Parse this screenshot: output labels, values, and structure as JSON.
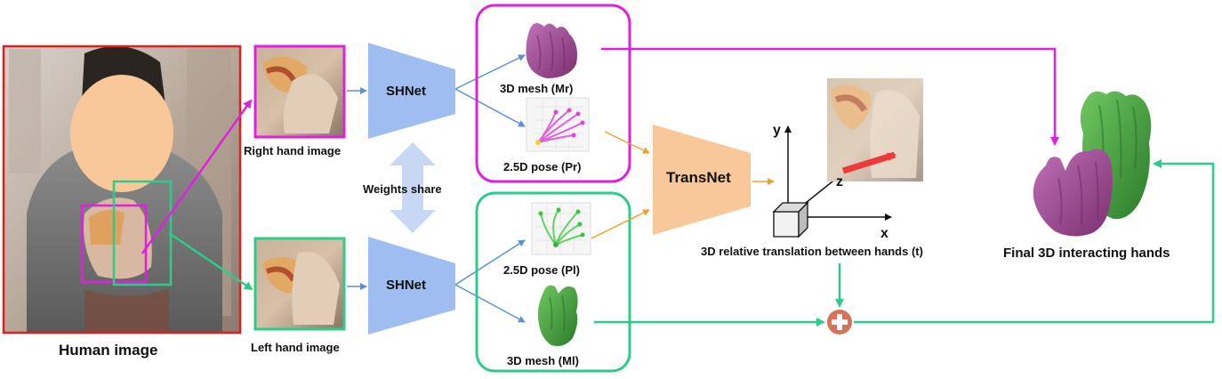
{
  "labels": {
    "human_image": "Human image",
    "right_hand_image": "Right hand image",
    "left_hand_image": "Left hand image",
    "weights_share": "Weights share",
    "shnet_top": "SHNet",
    "shnet_bottom": "SHNet",
    "transnet": "TransNet",
    "mesh_right": "3D mesh (Mr)",
    "pose_right": "2.5D pose (Pr)",
    "pose_left": "2.5D pose (Pl)",
    "mesh_left": "3D mesh (Ml)",
    "translation": "3D relative translation between hands (t)",
    "final": "Final 3D interacting hands",
    "axis_x": "x",
    "axis_y": "y",
    "axis_z": "z"
  },
  "colors": {
    "right": "#e020e0",
    "left": "#2ecc8a",
    "shnet": "#9fbdf0",
    "transnet": "#f8c89a",
    "human_frame": "#e02020",
    "plus": "#d9705a",
    "blue_arrow": "#5b8fd6",
    "orange_arrow": "#f0a030",
    "purple_mesh": "#a0509a",
    "green_mesh": "#3a9a3a"
  }
}
